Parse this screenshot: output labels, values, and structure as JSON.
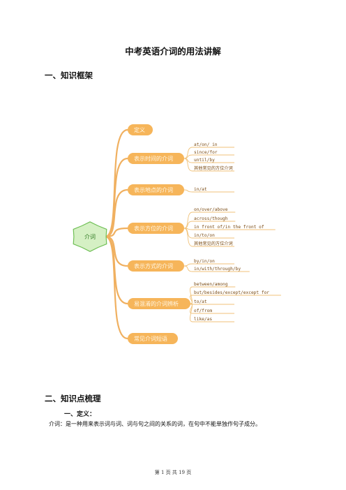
{
  "title": "中考英语介词的用法讲解",
  "section1": "一、知识框架",
  "section2": "二、知识点梳理",
  "subsection": "一、定义：",
  "definition": "介词：是一种用来表示词与词、词与句之间的关系的词，在句中不能单独作句子成分。",
  "footer": {
    "page": "第 1 页 共 19 页"
  },
  "mindmap": {
    "center": "介词",
    "colors": {
      "branch": "#f6b55a",
      "line": "#f0b060",
      "center_fill": "#d5f0c4",
      "center_stroke": "#6fbf55",
      "leaf_line": "#f0c27a"
    },
    "branches": [
      {
        "label": "定义",
        "leaves": []
      },
      {
        "label": "表示时间的介词",
        "leaves": [
          "at/on/ in",
          "since/for",
          "until/by",
          "其他常见的方位介词"
        ]
      },
      {
        "label": "表示地点的介词",
        "leaves": [
          "in/at"
        ]
      },
      {
        "label": "表示方位的介词",
        "leaves": [
          "on/over/above",
          "across/though",
          "in front of/in the front of",
          "in/to/on",
          "其他常见的方位介词"
        ]
      },
      {
        "label": "表示方式的介词",
        "leaves": [
          "by/in/on",
          "in/with/through/by"
        ]
      },
      {
        "label": "易混淆的介词辨析",
        "leaves": [
          "between/among",
          "but/besides/except/except for",
          "to/at",
          "of/from",
          "like/as"
        ]
      },
      {
        "label": "常见介词短语",
        "leaves": []
      }
    ]
  }
}
